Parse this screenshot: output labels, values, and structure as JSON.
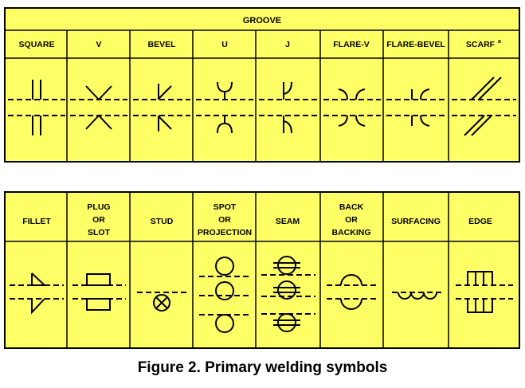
{
  "groove_table": {
    "header": "GROOVE",
    "columns": [
      {
        "label": "SQUARE",
        "icon": "square-groove-weld-icon"
      },
      {
        "label": "V",
        "icon": "v-groove-weld-icon"
      },
      {
        "label": "BEVEL",
        "icon": "bevel-groove-weld-icon"
      },
      {
        "label": "U",
        "icon": "u-groove-weld-icon"
      },
      {
        "label": "J",
        "icon": "j-groove-weld-icon"
      },
      {
        "label": "FLARE-V",
        "icon": "flare-v-groove-weld-icon"
      },
      {
        "label": "FLARE-BEVEL",
        "icon": "flare-bevel-groove-weld-icon"
      },
      {
        "label": "SCARF",
        "sup": "a",
        "icon": "scarf-groove-weld-icon"
      }
    ]
  },
  "other_table": {
    "columns": [
      {
        "lines": [
          "FILLET"
        ],
        "icon": "fillet-weld-icon"
      },
      {
        "lines": [
          "PLUG",
          "OR",
          "SLOT"
        ],
        "icon": "plug-slot-weld-icon"
      },
      {
        "lines": [
          "STUD"
        ],
        "icon": "stud-weld-icon"
      },
      {
        "lines": [
          "SPOT",
          "OR",
          "PROJECTION"
        ],
        "icon": "spot-projection-weld-icon"
      },
      {
        "lines": [
          "SEAM"
        ],
        "icon": "seam-weld-icon"
      },
      {
        "lines": [
          "BACK",
          "OR",
          "BACKING"
        ],
        "icon": "back-backing-weld-icon"
      },
      {
        "lines": [
          "SURFACING"
        ],
        "icon": "surfacing-weld-icon"
      },
      {
        "lines": [
          "EDGE"
        ],
        "icon": "edge-weld-icon"
      }
    ]
  },
  "caption": "Figure 2. Primary welding symbols",
  "colors": {
    "panel": "#FFFF66",
    "line": "#000000",
    "background": "#FFFFFF"
  }
}
